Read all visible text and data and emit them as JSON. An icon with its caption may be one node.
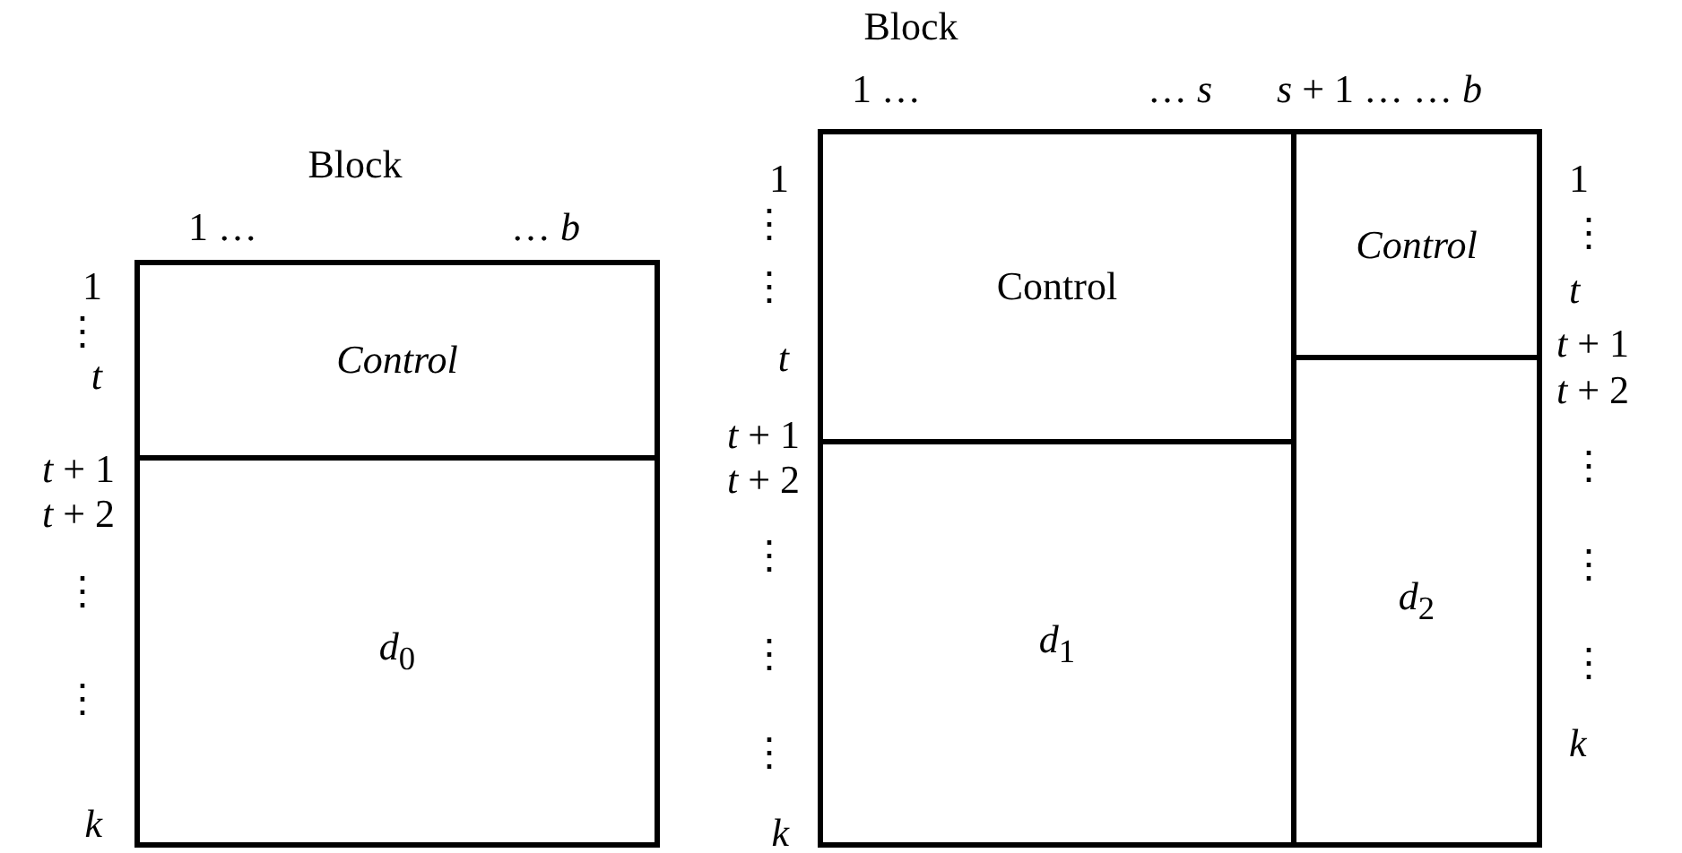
{
  "diagram": {
    "nodes": [
      {
        "text": [
          "Control"
        ]
      },
      {
        "text": [
          "*d*$_{0}$"
        ]
      },
      {
        "text": [
          "Control"
        ]
      },
      {
        "text": [
          "Control"
        ]
      },
      {
        "text": [
          "*d*$_{1}$"
        ]
      },
      {
        "text": [
          "*d*$_{2}$"
        ]
      }
    ],
    "labels": [
      "Block",
      "1 …",
      "… *b*",
      "1",
      "⋮",
      "*t*",
      "*t* + 1",
      "*t* + 2",
      "⋮",
      "⋮",
      "*k*",
      "Block",
      "1 …",
      "… *s*",
      "*s* + 1 … … *b*",
      "1",
      "⋮",
      "⋮",
      "*t*",
      "*t* + 1",
      "*t* + 2",
      "⋮",
      "⋮",
      "⋮",
      "*k*",
      "1",
      "⋮",
      "*t*",
      "*t* + 1",
      "*t* + 2",
      "⋮",
      "⋮",
      "⋮",
      "*k*"
    ]
  }
}
